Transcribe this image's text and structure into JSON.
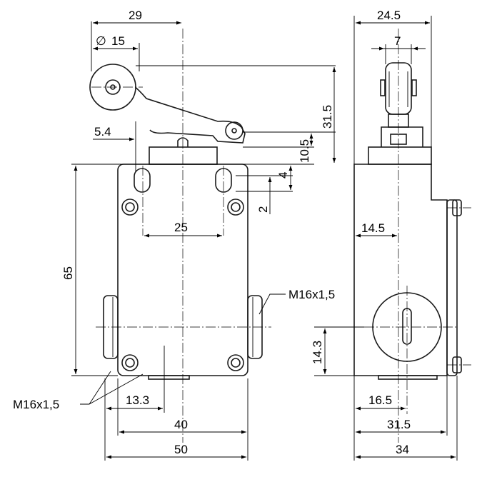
{
  "colors": {
    "line": "#1a1a1a",
    "background": "#ffffff"
  },
  "front_view": {
    "dim_top_width": "29",
    "dim_roller_dia_symbol": "∅",
    "dim_roller_dia": "15",
    "dim_lever_height": "31.5",
    "dim_offset": "5.4",
    "dim_plunger": "10.5",
    "dim_slot_spacing_v": "4",
    "dim_slot_h": "2",
    "dim_slot_spacing": "25",
    "dim_body_height": "65",
    "dim_thread_right": "M16x1,5",
    "dim_thread_left": "M16x1,5",
    "dim_base_offset": "13.3",
    "dim_mount_spacing": "40",
    "dim_body_width": "50"
  },
  "side_view": {
    "dim_head_width": "24.5",
    "dim_roller_width": "7",
    "dim_head_offset": "14.5",
    "dim_conduit_height": "14.3",
    "dim_conduit_offset": "16.5",
    "dim_mount_depth": "31.5",
    "dim_total_depth": "34"
  }
}
